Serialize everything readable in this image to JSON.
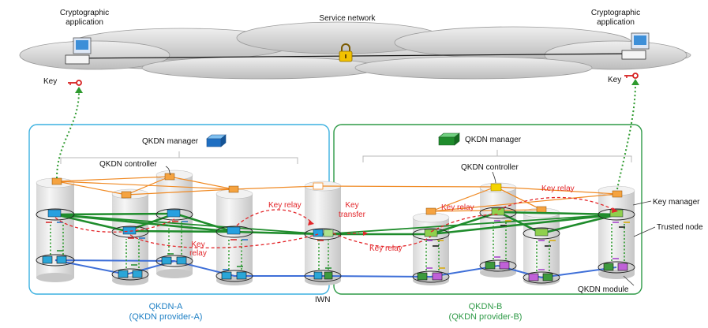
{
  "top": {
    "app_left_line1": "Cryptographic",
    "app_left_line2": "application",
    "app_right_line1": "Cryptographic",
    "app_right_line2": "application",
    "service_network": "Service network",
    "key_left": "Key",
    "key_right": "Key"
  },
  "domain_a": {
    "manager": "QKDN manager",
    "controller": "QKDN controller",
    "name": "QKDN-A",
    "provider": "(QKDN provider-A)",
    "accent": "#3bb1e0"
  },
  "domain_b": {
    "manager": "QKDN manager",
    "controller": "QKDN controller",
    "name": "QKDN-B",
    "provider": "(QKDN provider-B)",
    "accent": "#2e9a47"
  },
  "labels": {
    "key_relay_1": "Key relay",
    "key_relay_2a": "Key",
    "key_relay_2b": "relay",
    "key_transfer_a": "Key",
    "key_transfer_b": "transfer",
    "key_relay_3": "Key relay",
    "key_relay_4": "Key relay",
    "key_relay_5": "Key relay",
    "iwn": "IWN",
    "key_manager": "Key manager",
    "trusted_node": "Trusted node",
    "qkdn_module": "QKDN module"
  },
  "colors": {
    "control_link": "#f08a24",
    "key_manager_link": "#1f8c2c",
    "qkd_link": "#3e6fd8",
    "relay": "#e3262a"
  }
}
